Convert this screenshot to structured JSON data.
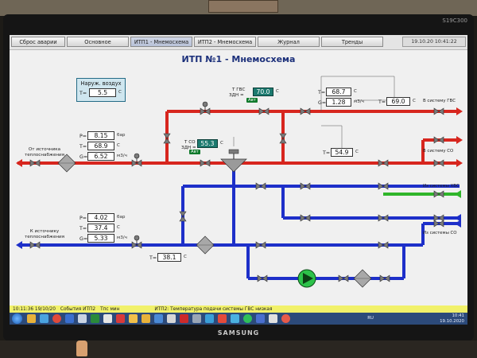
{
  "menu": {
    "reset": "Сброс аварии",
    "main": "Основное",
    "itp1": "ИТП1 - Мнемосхема",
    "itp2": "ИТП2 - Мнемосхема",
    "journal": "Журнал",
    "trends": "Тренды",
    "clock": "19.10.20 10:41:22"
  },
  "page_title": "ИТП №1 - Мнемосхема",
  "outside_air": {
    "label": "Наруж. воздух",
    "t_label": "T=",
    "value": "5.5",
    "unit": "C"
  },
  "left_top": {
    "p": "8.15",
    "t": "68.9",
    "g": "6.52",
    "p_unit": "бар",
    "t_unit": "C",
    "g_unit": "м3/ч"
  },
  "left_bottom": {
    "p": "4.02",
    "t": "37.4",
    "g": "5.33",
    "p_unit": "бар",
    "t_unit": "C",
    "g_unit": "м3/ч"
  },
  "labels": {
    "p": "P=",
    "t": "T=",
    "g": "G=",
    "from_source": "От источника теплоснабжения",
    "to_source": "К источнику теплоснабжения",
    "to_gvs": "В систему ГВС",
    "to_so": "В систему СО",
    "from_hvs": "Из системы ХВС",
    "from_so": "Из системы СО",
    "t_gvs": "Т ГВС",
    "zdn": "ЗДН =",
    "t_so": "Т СО",
    "avt": "Авт"
  },
  "gvs_setpoint": {
    "value": "70.0",
    "unit": "C"
  },
  "so_setpoint": {
    "value": "55.3",
    "unit": "C"
  },
  "gvs_meter": {
    "t": "68.7",
    "g": "1.28",
    "t_unit": "C",
    "g_unit": "м3/ч"
  },
  "gvs_out": {
    "t": "69.0",
    "unit": "C"
  },
  "so_out": {
    "t": "54.9",
    "unit": "C"
  },
  "return_temp": {
    "t": "38.1",
    "unit": "C"
  },
  "status": {
    "time": "10:11:36 19/10/20",
    "source": "События ИТП2",
    "code": "Тпс мин",
    "message": "ИТП2: Температура подачи системы ГВС низкая"
  },
  "taskbar": {
    "lang": "RU",
    "time": "10:41",
    "date": "19.10.2020"
  },
  "monitor": {
    "model": "S19C300",
    "brand": "SAMSUNG"
  },
  "colors": {
    "supply": "#d7261e",
    "return": "#1d2fc9",
    "cold": "#2fb52a",
    "valve": "#6b6b6b"
  }
}
